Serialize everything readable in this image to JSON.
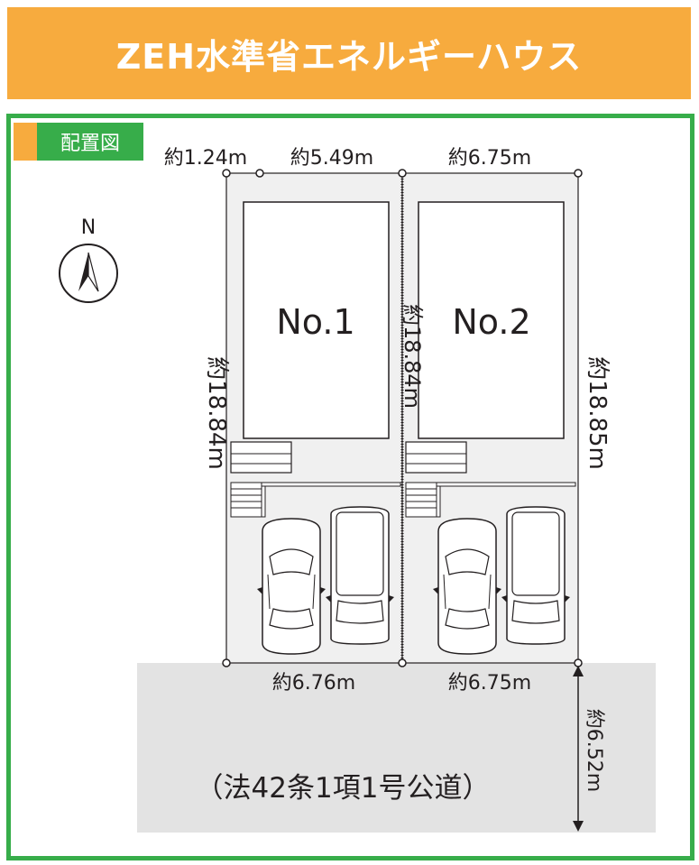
{
  "header": {
    "title": "ZEH水準省エネルギーハウス"
  },
  "section_tab": {
    "label": "配置図"
  },
  "compass": {
    "label": "N"
  },
  "lots": [
    {
      "label": "No.1",
      "depth_label": "約18.84m",
      "front_label": "約6.76m"
    },
    {
      "label": "No.2",
      "depth_label": "約18.84m",
      "front_label": "約6.75m"
    }
  ],
  "dimensions": {
    "top_left_setback": "約1.24m",
    "top_lot1_rear": "約5.49m",
    "top_lot2_rear": "約6.75m",
    "right_depth": "約18.85m",
    "road_width": "約6.52m"
  },
  "road": {
    "label": "（法42条1項1号公道）"
  },
  "colors": {
    "banner": "#f7ab3e",
    "frame": "#37ad4a",
    "road": "#e3e3e3",
    "lot": "#f0f0f0",
    "line": "#231f20"
  }
}
